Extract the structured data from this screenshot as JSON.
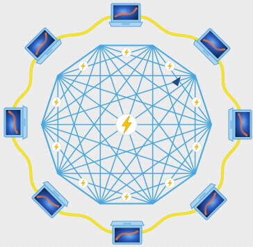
{
  "diagram": {
    "nodes": [
      {
        "id": "laptop-top"
      },
      {
        "id": "laptop-top-right"
      },
      {
        "id": "laptop-right"
      },
      {
        "id": "laptop-bottom-right"
      },
      {
        "id": "laptop-bottom"
      },
      {
        "id": "laptop-bottom-left"
      },
      {
        "id": "laptop-left"
      },
      {
        "id": "laptop-top-left"
      }
    ],
    "hub": {
      "icon": "lightning-bolt-icon"
    },
    "mesh_vertex_count": 10,
    "bolt_badge_count": 10,
    "colors": {
      "mesh": "#4aa7de",
      "cable": "#f6e51b",
      "bolt": "#f7c600",
      "laptop_body": "#8ec9ef",
      "laptop_screen": "#1c3f8c",
      "background": "#ededed"
    }
  }
}
